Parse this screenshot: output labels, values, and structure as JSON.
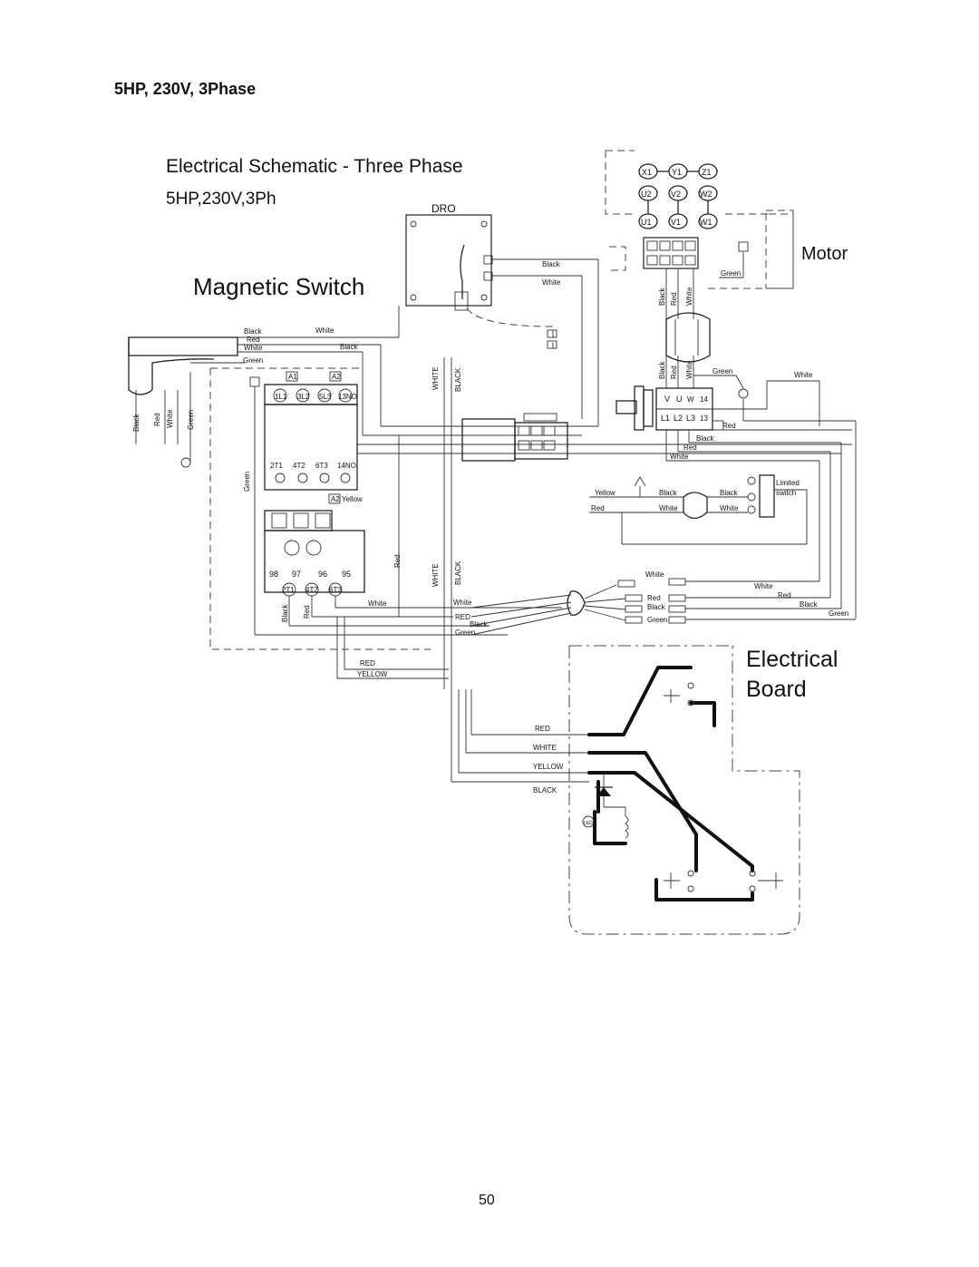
{
  "header": {
    "heading": "5HP, 230V, 3Phase"
  },
  "diagram": {
    "title_line1": "Electrical Schematic - Three Phase",
    "title_line2": "5HP,230V,3Ph",
    "magnetic_switch_label": "Magnetic Switch",
    "motor_label": "Motor",
    "dro_label": "DRO",
    "electrical_board_label_line1": "Electrical",
    "electrical_board_label_line2": "Board",
    "limited_switch_line1": "Limited",
    "limited_switch_line2": "switch",
    "led_label": "LED",
    "motor_terminals_top": [
      "X1",
      "Y1",
      "Z1"
    ],
    "motor_terminals_mid": [
      "U2",
      "V2",
      "W2"
    ],
    "motor_terminals_bot": [
      "U1",
      "V1",
      "W1"
    ],
    "switch_terminals_top": [
      "V",
      "U",
      "W",
      "14"
    ],
    "switch_terminals_bot": [
      "L1",
      "L2",
      "L3",
      "13"
    ],
    "contactor_top": [
      "1L1",
      "3L2",
      "5L3",
      "13NO"
    ],
    "contactor_bottom": [
      "2T1",
      "4T2",
      "6T3",
      "14NO"
    ],
    "coil_a1": "A1",
    "coil_a2": "A2",
    "overload_numbers": [
      "98",
      "97",
      "96",
      "95"
    ],
    "overload_terminals": [
      "2T1",
      "4T2",
      "6T3"
    ],
    "wires": {
      "black": "Black",
      "red": "Red",
      "white": "White",
      "green": "Green",
      "yellow": "Yellow",
      "RED": "RED",
      "WHITE": "WHITE",
      "YELLOW": "YELLOW",
      "BLACK": "BLACK"
    }
  },
  "footer": {
    "page_number": "50"
  }
}
